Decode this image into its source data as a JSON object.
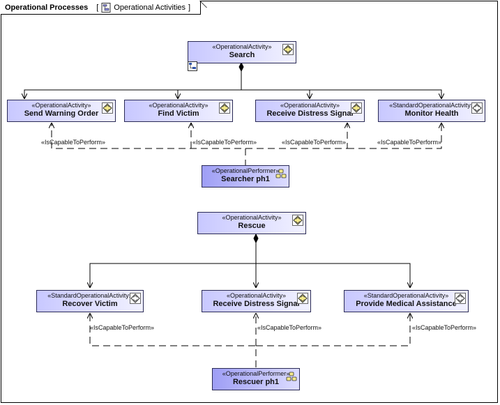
{
  "frame": {
    "title": "Operational Processes",
    "diagram_name": "Operational Activities",
    "bracket_open": "[",
    "bracket_close": "]"
  },
  "nodes": {
    "search": {
      "stereotype": "«OperationalActivity»",
      "name": "Search",
      "icon": "operational-activity-icon"
    },
    "send_warning": {
      "stereotype": "«OperationalActivity»",
      "name": "Send Warning Order",
      "icon": "operational-activity-icon"
    },
    "find_victim": {
      "stereotype": "«OperationalActivity»",
      "name": "Find Victim",
      "icon": "operational-activity-icon"
    },
    "receive_distress_1": {
      "stereotype": "«OperationalActivity»",
      "name": "Receive Distress Signal",
      "icon": "operational-activity-icon"
    },
    "monitor_health": {
      "stereotype": "«StandardOperationalActivity»",
      "name": "Monitor Health",
      "icon": "standard-operational-activity-icon"
    },
    "searcher": {
      "stereotype": "«OperationalPerformer»",
      "name": "Searcher ph1",
      "icon": "operational-performer-icon"
    },
    "rescue": {
      "stereotype": "«OperationalActivity»",
      "name": "Rescue",
      "icon": "operational-activity-icon"
    },
    "recover_victim": {
      "stereotype": "«StandardOperationalActivity»",
      "name": "Recover Victim",
      "icon": "standard-operational-activity-icon"
    },
    "receive_distress_2": {
      "stereotype": "«OperationalActivity»",
      "name": "Receive Distress Signal",
      "icon": "operational-activity-icon"
    },
    "provide_medical": {
      "stereotype": "«StandardOperationalActivity»",
      "name": "Provide Medical Assistance",
      "icon": "standard-operational-activity-icon"
    },
    "rescuer": {
      "stereotype": "«OperationalPerformer»",
      "name": "Rescuer ph1",
      "icon": "operational-performer-icon"
    }
  },
  "links": {
    "capable": "«IsCapableToPerform»"
  },
  "colors": {
    "activity_fill_start": "#c8c8ff",
    "activity_fill_end": "#f2f2ff",
    "performer_fill_start": "#9e9ef5",
    "performer_fill_end": "#dcdcff",
    "icon_yellow": "#f3e98a"
  }
}
